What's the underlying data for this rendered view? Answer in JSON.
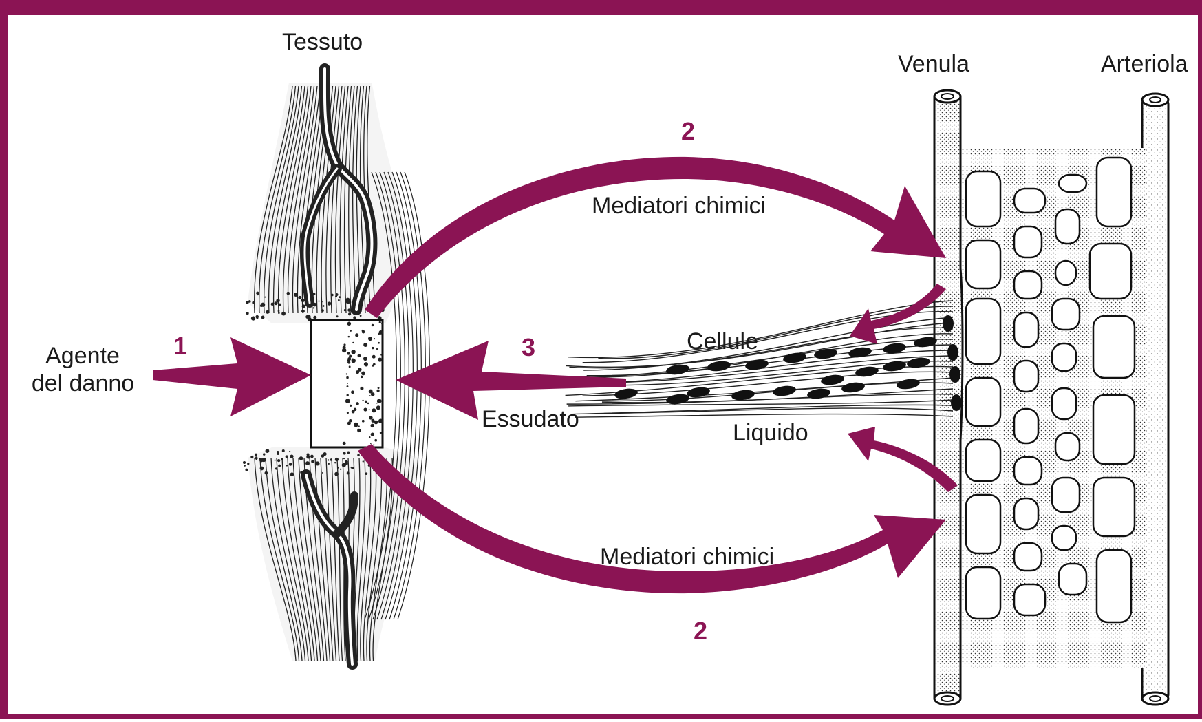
{
  "colors": {
    "accent": "#8b1454",
    "border": "#8b1454",
    "ink": "#1a1a1a",
    "vessel_fill": "#ffffff"
  },
  "labels": {
    "tessuto": "Tessuto",
    "venula": "Venula",
    "arteriola": "Arteriola",
    "agente_line1": "Agente",
    "agente_line2": "del danno",
    "mediatori_top": "Mediatori chimici",
    "mediatori_bottom": "Mediatori chimici",
    "cellule": "Cellule",
    "essudato": "Essudato",
    "liquido": "Liquido"
  },
  "steps": {
    "step1": "1",
    "step2_top": "2",
    "step3": "3",
    "step2_bottom": "2"
  },
  "icons": [
    "tissue-icon",
    "venule-icon",
    "arteriole-icon",
    "capillary-network-icon",
    "blood-cells-icon"
  ]
}
